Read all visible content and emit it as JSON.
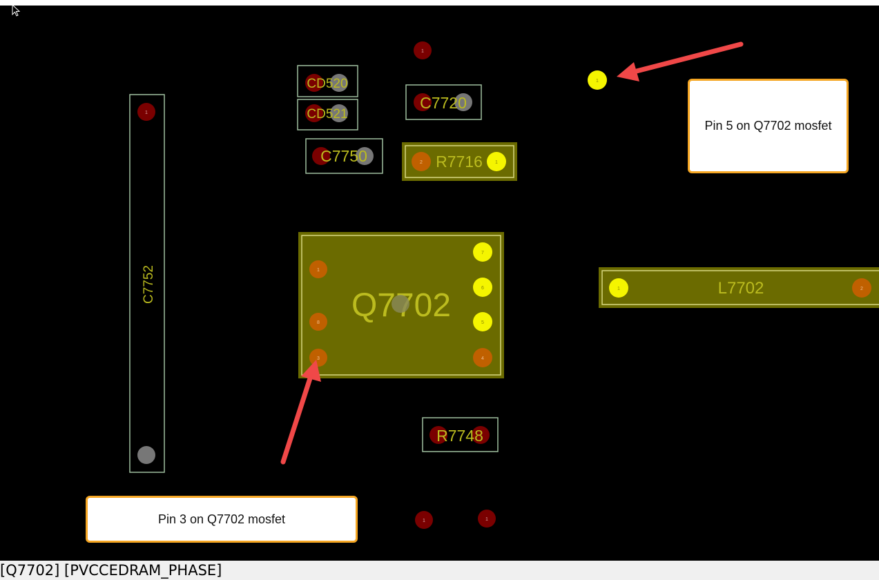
{
  "status": {
    "text": "[Q7702] [PVCCEDRAM_PHASE]"
  },
  "annotations": {
    "pin5": "Pin 5 on Q7702 mosfet",
    "pin3": "Pin 3 on Q7702 mosfet"
  },
  "components": {
    "q7702": "Q7702",
    "l7702": "L7702",
    "r7716": "R7716",
    "r7748": "R7748",
    "c7720": "C7720",
    "c7750": "C7750",
    "c7752": "C7752",
    "cd520": "CD520",
    "cd521": "CD521"
  },
  "pins": {
    "q7702": {
      "p1": "1",
      "p8": "8",
      "p3": "3",
      "p7": "7",
      "p6": "6",
      "p5": "5",
      "p4": "4"
    },
    "l7702": {
      "p1": "1",
      "p2": "2"
    },
    "r7716": {
      "p2": "2",
      "p1": "1"
    },
    "c7752": {
      "p1": "1"
    },
    "misc": {
      "top": "1",
      "yellow": "1",
      "bottom_a": "1",
      "bottom_b": "1"
    }
  },
  "colors": {
    "board": "#000000",
    "silkscreen": "#9fbf9f",
    "component_fill": "#6b6b00",
    "label_yellow": "#bcbc1f",
    "pad_red": "#7a0000",
    "pad_orange": "#c06000",
    "pad_yellow": "#f5f500",
    "pad_gray": "#777777",
    "callout_border": "#f5a623",
    "arrow": "#f04848"
  }
}
